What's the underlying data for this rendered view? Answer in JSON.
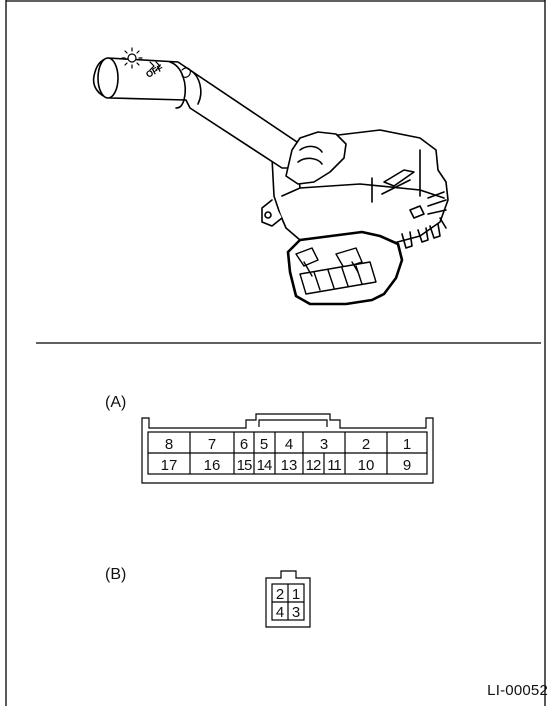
{
  "figure_id": "LI-00052",
  "switch_symbols": {
    "light_off_text": "OFF"
  },
  "connector_a": {
    "label": "(A)",
    "top_row": [
      "8",
      "7",
      "6",
      "5",
      "4",
      "3",
      "2",
      "1"
    ],
    "bottom_row": [
      "17",
      "16",
      "15",
      "14",
      "13",
      "12",
      "11",
      "10",
      "9"
    ]
  },
  "connector_b": {
    "label": "(B)",
    "top_row": [
      "2",
      "1"
    ],
    "bottom_row": [
      "4",
      "3"
    ]
  }
}
